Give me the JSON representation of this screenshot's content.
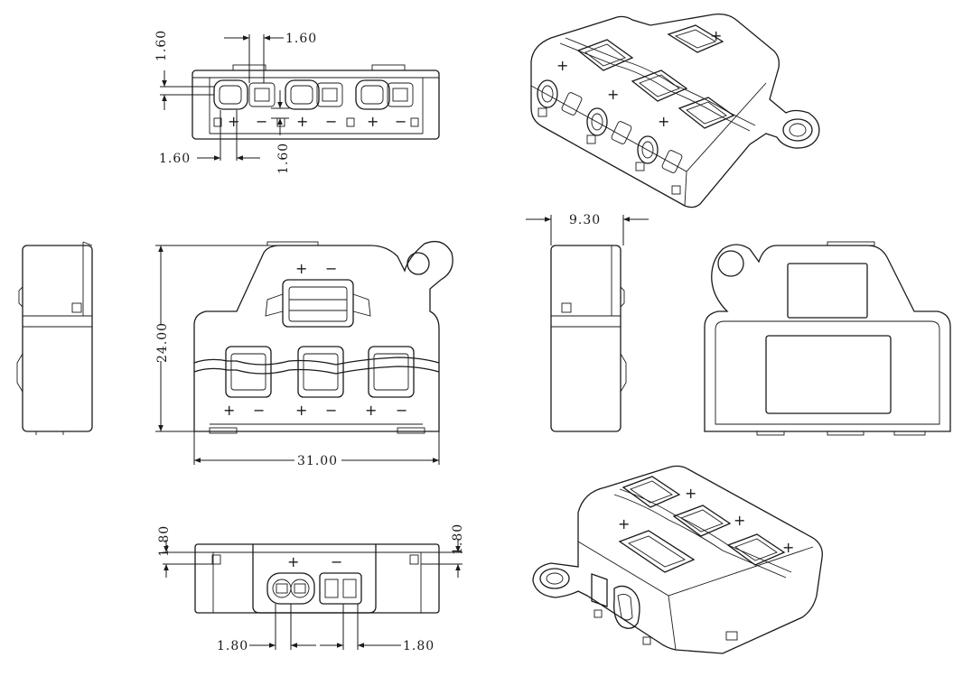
{
  "dimensions": {
    "top_view": {
      "d1": "1.60",
      "d2": "1.60",
      "d3": "1.60",
      "d4": "1.60"
    },
    "front_view": {
      "height": "24.00",
      "width": "31.00"
    },
    "side_view": {
      "thickness": "9.30"
    },
    "bottom_view": {
      "d1": "1.80",
      "d2": "1.80",
      "d3": "1.80",
      "d4": "1.80"
    }
  },
  "symbols": {
    "plus": "+",
    "minus": "−"
  }
}
